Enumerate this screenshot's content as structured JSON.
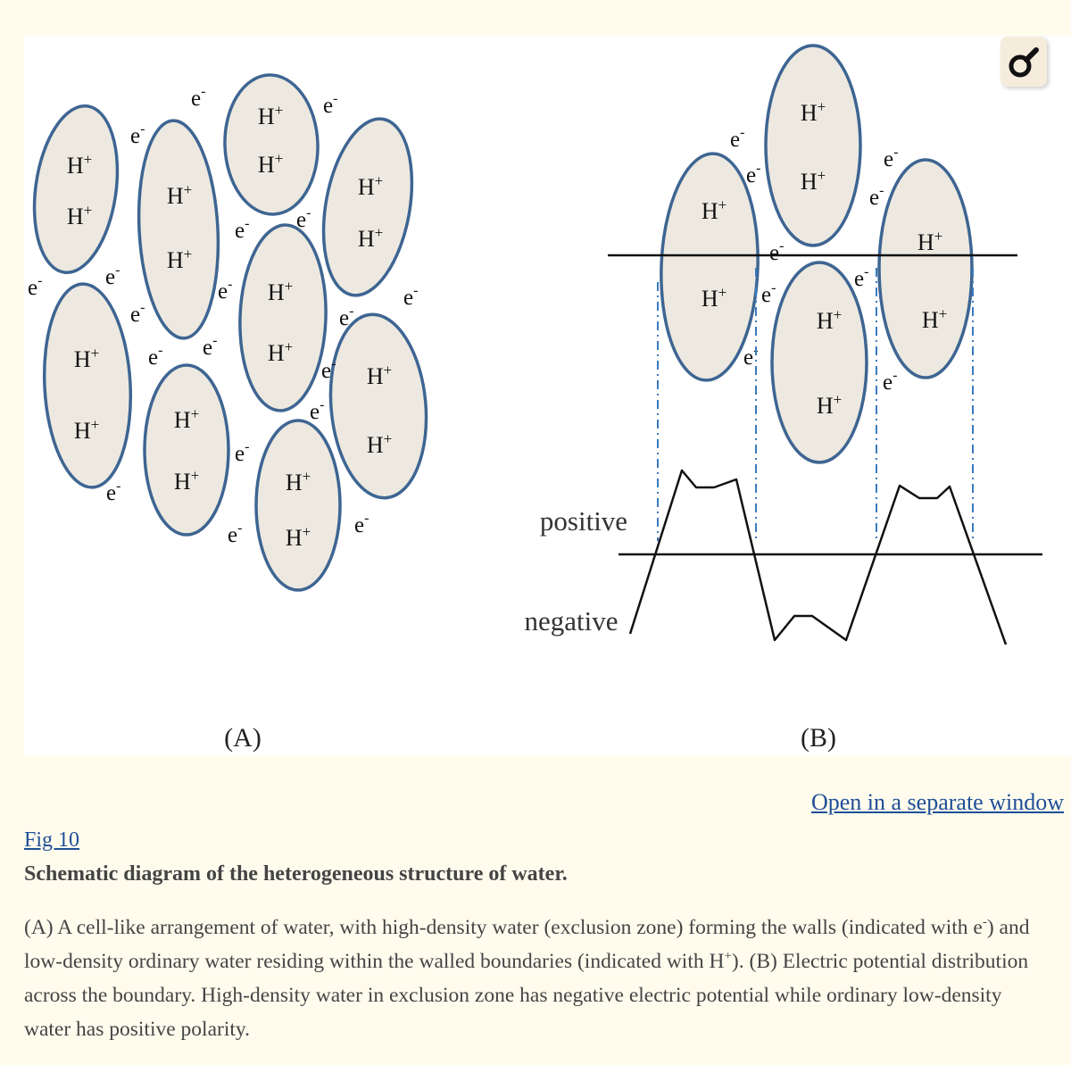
{
  "figure": {
    "panel_a": {
      "label": "(A)",
      "cell_text": "H+",
      "edge_text": "e-"
    },
    "panel_b": {
      "label": "(B)",
      "cell_text": "H+",
      "edge_text": "e-",
      "positive_label": "positive",
      "negative_label": "negative"
    },
    "zoom_icon": "magnify-icon"
  },
  "links": {
    "open_window": "Open in a separate window",
    "fig_number": "Fig 10"
  },
  "caption": {
    "title": "Schematic diagram of the heterogeneous structure of water.",
    "part1": "(A) A cell-like arrangement of water, with high-density water (exclusion zone) forming the walls (indicated with e",
    "sup1": "-",
    "part2": ") and low-density ordinary water residing within the walled boundaries (indicated with H",
    "sup2": "+",
    "part3": "). (B) Electric potential distribution across the boundary. High-density water in exclusion zone has negative electric potential while ordinary low-density water has positive polarity."
  },
  "colors": {
    "cell_fill": "#ede9e0",
    "cell_stroke": "#3e6592",
    "dashed_line": "#3a7abf",
    "link": "#1f4e96",
    "page_bg": "#fffcee"
  }
}
